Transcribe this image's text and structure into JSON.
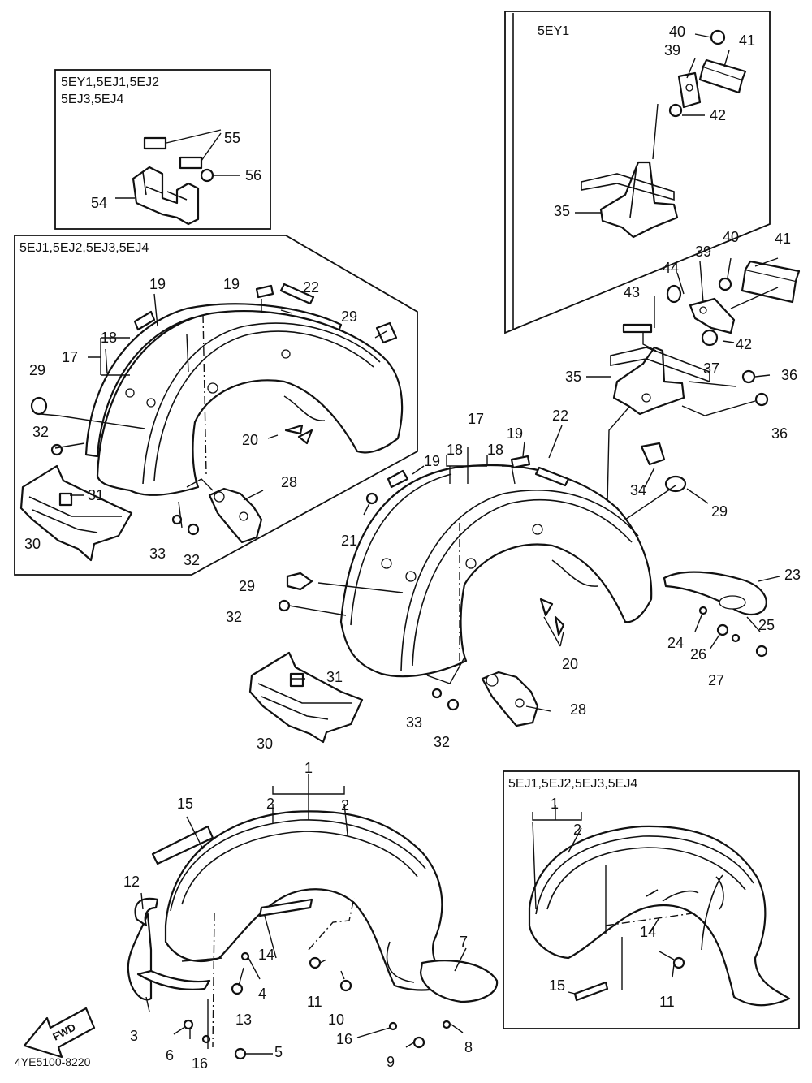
{
  "boxes": {
    "top_left": [
      "5EY1,5EJ1,5EJ2",
      "5EJ3,5EJ4"
    ],
    "top_right": "5EY1",
    "left_mid": "5EJ1,5EJ2,5EJ3,5EJ4",
    "bottom_right": "5EJ1,5EJ2,5EJ3,5EJ4"
  },
  "callouts": [
    {
      "id": "c40a",
      "n": "40"
    },
    {
      "id": "c41a",
      "n": "41"
    },
    {
      "id": "c39a",
      "n": "39"
    },
    {
      "id": "c42a",
      "n": "42"
    },
    {
      "id": "c35a",
      "n": "35"
    },
    {
      "id": "c55",
      "n": "55"
    },
    {
      "id": "c56",
      "n": "56"
    },
    {
      "id": "c54",
      "n": "54"
    },
    {
      "id": "c19a",
      "n": "19"
    },
    {
      "id": "c19b",
      "n": "19"
    },
    {
      "id": "c22a",
      "n": "22"
    },
    {
      "id": "c18a",
      "n": "18"
    },
    {
      "id": "c17a",
      "n": "17"
    },
    {
      "id": "c29a",
      "n": "29"
    },
    {
      "id": "c29b",
      "n": "29"
    },
    {
      "id": "c32a",
      "n": "32"
    },
    {
      "id": "c31a",
      "n": "31"
    },
    {
      "id": "c20a",
      "n": "20"
    },
    {
      "id": "c28a",
      "n": "28"
    },
    {
      "id": "c33a",
      "n": "33"
    },
    {
      "id": "c32b",
      "n": "32"
    },
    {
      "id": "c30a",
      "n": "30"
    },
    {
      "id": "c40b",
      "n": "40"
    },
    {
      "id": "c41b",
      "n": "41"
    },
    {
      "id": "c39b",
      "n": "39"
    },
    {
      "id": "c44",
      "n": "44"
    },
    {
      "id": "c43",
      "n": "43"
    },
    {
      "id": "c42b",
      "n": "42"
    },
    {
      "id": "c37",
      "n": "37"
    },
    {
      "id": "c36a",
      "n": "36"
    },
    {
      "id": "c35b",
      "n": "35"
    },
    {
      "id": "c36b",
      "n": "36"
    },
    {
      "id": "c34",
      "n": "34"
    },
    {
      "id": "c29c",
      "n": "29"
    },
    {
      "id": "c17b",
      "n": "17"
    },
    {
      "id": "c18b",
      "n": "18"
    },
    {
      "id": "c18c",
      "n": "18"
    },
    {
      "id": "c19c",
      "n": "19"
    },
    {
      "id": "c22b",
      "n": "22"
    },
    {
      "id": "c19d",
      "n": "19"
    },
    {
      "id": "c21",
      "n": "21"
    },
    {
      "id": "c29d",
      "n": "29"
    },
    {
      "id": "c23",
      "n": "23"
    },
    {
      "id": "c25",
      "n": "25"
    },
    {
      "id": "c24",
      "n": "24"
    },
    {
      "id": "c26",
      "n": "26"
    },
    {
      "id": "c27",
      "n": "27"
    },
    {
      "id": "c20b",
      "n": "20"
    },
    {
      "id": "c32c",
      "n": "32"
    },
    {
      "id": "c31b",
      "n": "31"
    },
    {
      "id": "c33b",
      "n": "33"
    },
    {
      "id": "c32d",
      "n": "32"
    },
    {
      "id": "c28b",
      "n": "28"
    },
    {
      "id": "c30b",
      "n": "30"
    },
    {
      "id": "c1a",
      "n": "1"
    },
    {
      "id": "c2a",
      "n": "2"
    },
    {
      "id": "c2b",
      "n": "2"
    },
    {
      "id": "c15a",
      "n": "15"
    },
    {
      "id": "c12",
      "n": "12"
    },
    {
      "id": "c14a",
      "n": "14"
    },
    {
      "id": "c4",
      "n": "4"
    },
    {
      "id": "c11a",
      "n": "11"
    },
    {
      "id": "c13",
      "n": "13"
    },
    {
      "id": "c10",
      "n": "10"
    },
    {
      "id": "c7",
      "n": "7"
    },
    {
      "id": "c3",
      "n": "3"
    },
    {
      "id": "c6",
      "n": "6"
    },
    {
      "id": "c16a",
      "n": "16"
    },
    {
      "id": "c5",
      "n": "5"
    },
    {
      "id": "c16b",
      "n": "16"
    },
    {
      "id": "c9",
      "n": "9"
    },
    {
      "id": "c8",
      "n": "8"
    },
    {
      "id": "c1b",
      "n": "1"
    },
    {
      "id": "c2c",
      "n": "2"
    },
    {
      "id": "c14b",
      "n": "14"
    },
    {
      "id": "c11b",
      "n": "11"
    },
    {
      "id": "c15b",
      "n": "15"
    }
  ],
  "fwd_label": "FWD",
  "diagram_code": "4YE5100-8220"
}
